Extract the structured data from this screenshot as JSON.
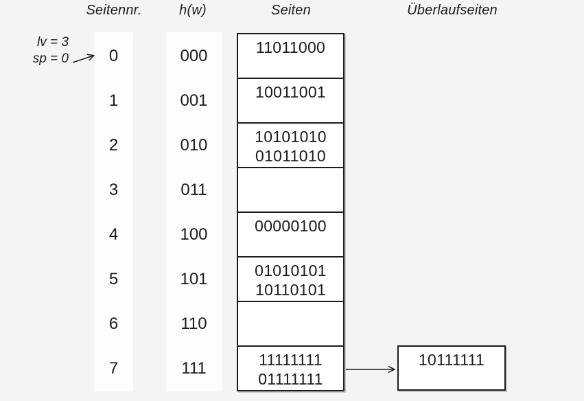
{
  "colors": {
    "background": "#f4f4f4",
    "ink": "#1b1b1b",
    "border": "#1c1c1c",
    "box_fill": "#ffffff",
    "stripe_fill": "#fdfdfd"
  },
  "headers": {
    "seitennr": "Seitennr.",
    "hw": "h(w)",
    "seiten": "Seiten",
    "ueberlaufseiten": "Überlaufseiten"
  },
  "state": {
    "lv": "lv = 3",
    "sp": "sp = 0"
  },
  "rows": [
    {
      "nr": "0",
      "h": "000",
      "entries": [
        "11011000"
      ]
    },
    {
      "nr": "1",
      "h": "001",
      "entries": [
        "10011001"
      ]
    },
    {
      "nr": "2",
      "h": "010",
      "entries": [
        "10101010",
        "01011010"
      ]
    },
    {
      "nr": "3",
      "h": "011",
      "entries": []
    },
    {
      "nr": "4",
      "h": "100",
      "entries": [
        "00000100"
      ]
    },
    {
      "nr": "5",
      "h": "101",
      "entries": [
        "01010101",
        "10110101"
      ]
    },
    {
      "nr": "6",
      "h": "110",
      "entries": []
    },
    {
      "nr": "7",
      "h": "111",
      "entries": [
        "11111111",
        "01111111"
      ]
    }
  ],
  "overflow": {
    "attached_row": "7",
    "entries": [
      "10111111"
    ]
  }
}
